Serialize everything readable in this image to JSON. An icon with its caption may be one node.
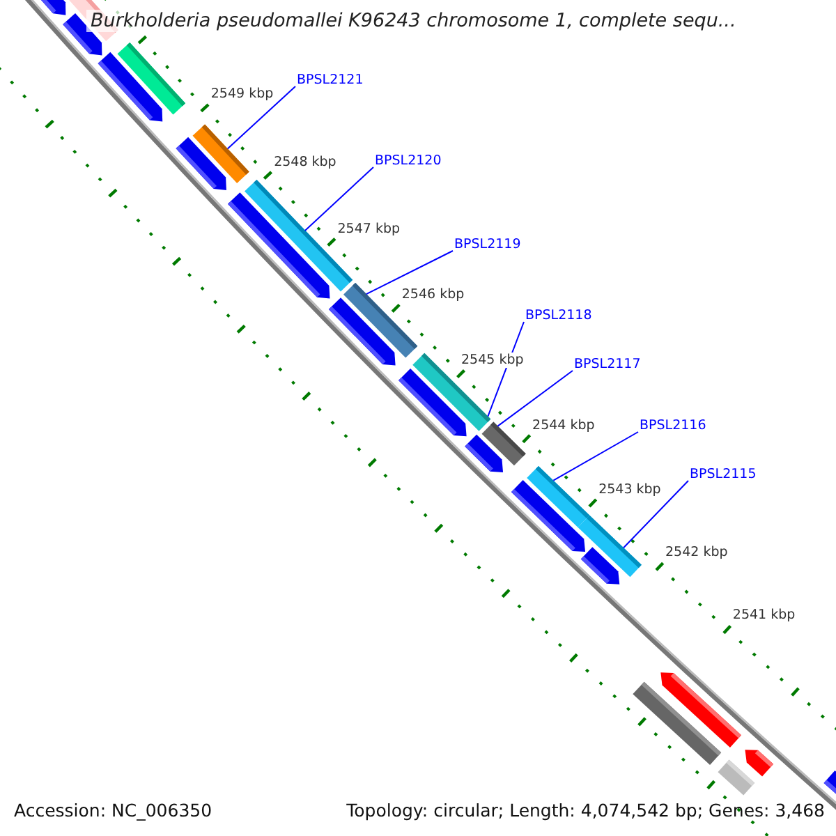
{
  "diagram": {
    "title": "Burkholderia pseudomallei K96243 chromosome 1, complete sequ...",
    "nodes": [
      {
        "text": [
          "BPSL2121"
        ]
      },
      {
        "text": [
          "BPSL2120"
        ]
      },
      {
        "text": [
          "BPSL2119"
        ]
      },
      {
        "text": [
          "BPSL2118"
        ]
      },
      {
        "text": [
          "BPSL2117"
        ]
      },
      {
        "text": [
          "BPSL2116"
        ]
      },
      {
        "text": [
          "BPSL2115"
        ]
      },
      {
        "text": [],
        "shape": "arrow"
      },
      {
        "text": [],
        "shape": "arrow"
      },
      {
        "text": [],
        "shape": "arrow"
      },
      {
        "text": [],
        "shape": "arrow"
      },
      {
        "text": [],
        "shape": "arrow"
      },
      {
        "text": [],
        "shape": "arrow"
      },
      {
        "text": [],
        "shape": "arrow"
      },
      {
        "text": [],
        "shape": "arrow"
      },
      {
        "text": [],
        "shape": "arrow"
      },
      {
        "text": [],
        "shape": "arrow"
      },
      {
        "text": [],
        "shape": "arrow"
      },
      {
        "text": [],
        "shape": "bar"
      },
      {
        "text": [],
        "shape": "bar"
      },
      {
        "text": [],
        "shape": "bar"
      },
      {
        "text": [],
        "shape": "bar"
      },
      {
        "text": [],
        "shape": "bar"
      },
      {
        "text": [],
        "shape": "bar"
      },
      {
        "text": [],
        "shape": "bar"
      },
      {
        "text": [],
        "shape": "bar"
      },
      {
        "text": [],
        "shape": "bar"
      },
      {
        "text": [],
        "shape": "arrow"
      },
      {
        "text": [],
        "shape": "arrow"
      },
      {
        "text": [],
        "shape": "bar"
      },
      {
        "text": [],
        "shape": "bar"
      }
    ],
    "edges": [
      {
        "from": 0,
        "to": 20,
        "arrow": "none"
      },
      {
        "from": 1,
        "to": 21,
        "arrow": "none"
      },
      {
        "from": 2,
        "to": 22,
        "arrow": "none"
      },
      {
        "from": 3,
        "to": 23,
        "arrow": "none"
      },
      {
        "from": 4,
        "to": 24,
        "arrow": "none"
      },
      {
        "from": 5,
        "to": 25,
        "arrow": "none"
      },
      {
        "from": 6,
        "to": 26,
        "arrow": "none"
      }
    ],
    "labels": [
      "2549 kbp",
      "2548 kbp",
      "2547 kbp",
      "2546 kbp",
      "2545 kbp",
      "2544 kbp",
      "2543 kbp",
      "2542 kbp",
      "2541 kbp",
      "Accession: NC_006350",
      "Topology: circular; Length: 4,074,542 bp; Genes: 3,468"
    ]
  }
}
